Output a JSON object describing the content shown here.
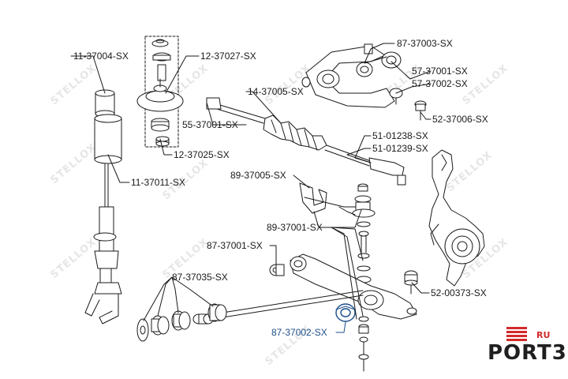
{
  "diagram": {
    "labels": {
      "l_11_37004": "11-37004-SX",
      "l_12_37027": "12-37027-SX",
      "l_87_37003": "87-37003-SX",
      "l_57_37001": "57-37001-SX",
      "l_57_37002": "57-37002-SX",
      "l_14_37005": "14-37005-SX",
      "l_55_37001": "55-37001-SX",
      "l_52_37006": "52-37006-SX",
      "l_51_01238": "51-01238-SX",
      "l_51_01239": "51-01239-SX",
      "l_12_37025": "12-37025-SX",
      "l_11_37011": "11-37011-SX",
      "l_89_37005": "89-37005-SX",
      "l_89_37001": "89-37001-SX",
      "l_87_37001": "87-37001-SX",
      "l_87_37035": "87-37035-SX",
      "l_52_00373": "52-00373-SX",
      "l_87_37002_bottom": "87-37002-SX"
    },
    "watermark": "STELLOX",
    "highlight_color": "#1d4f8a",
    "line_color": "#1a1a1a"
  },
  "logo": {
    "text": "PORT3",
    "ru": "RU",
    "accent": "#d42a2a"
  }
}
